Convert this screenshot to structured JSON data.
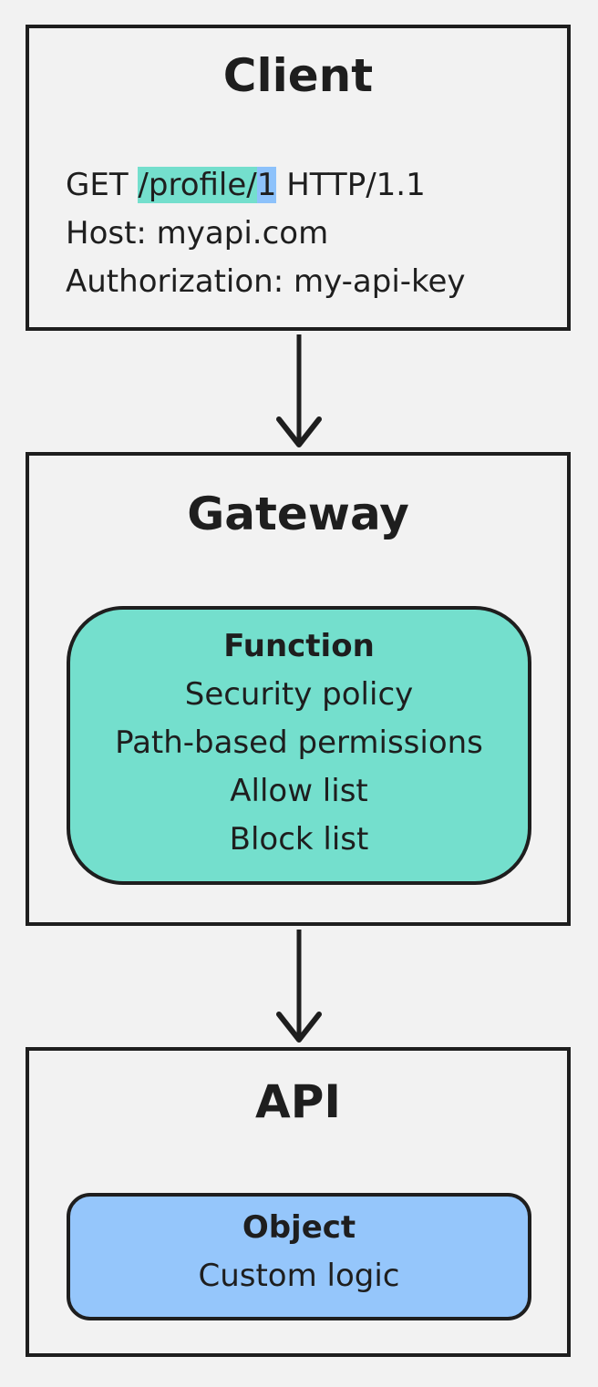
{
  "client": {
    "title": "Client",
    "request": {
      "method": "GET",
      "path_prefix": "/profile/",
      "path_id": "1",
      "protocol": "HTTP/1.1",
      "host_line": "Host: myapi.com",
      "auth_line": "Authorization: my-api-key"
    }
  },
  "gateway": {
    "title": "Gateway",
    "function": {
      "title": "Function",
      "items": [
        "Security policy",
        "Path-based permissions",
        "Allow list",
        "Block list"
      ]
    }
  },
  "api": {
    "title": "API",
    "object": {
      "title": "Object",
      "items": [
        "Custom logic"
      ]
    }
  },
  "colors": {
    "background": "#f2f2f2",
    "stroke": "#1e1e1e",
    "path_highlight": "#74dfcd",
    "id_highlight": "#8dc2fb",
    "function_fill": "#74dfcd",
    "object_fill": "#95c6fb"
  }
}
